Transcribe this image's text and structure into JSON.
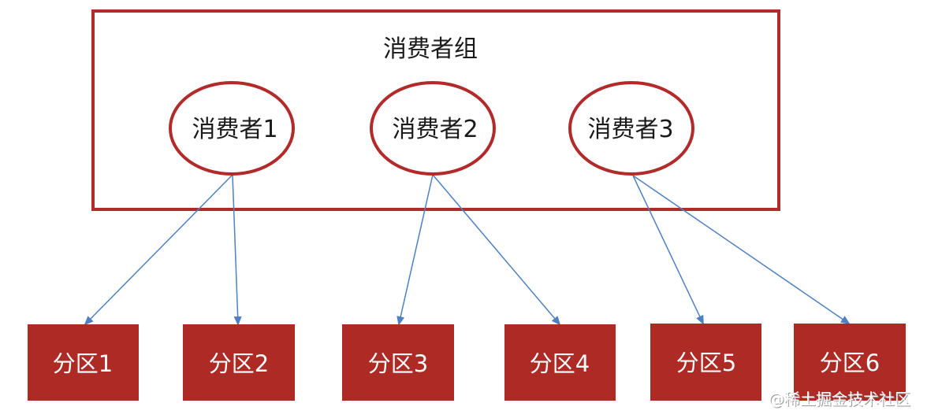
{
  "group": {
    "title": "消费者组"
  },
  "consumers": [
    {
      "id": "c1",
      "label": "消费者1"
    },
    {
      "id": "c2",
      "label": "消费者2"
    },
    {
      "id": "c3",
      "label": "消费者3"
    }
  ],
  "partitions": [
    {
      "id": "p1",
      "label": "分区1"
    },
    {
      "id": "p2",
      "label": "分区2"
    },
    {
      "id": "p3",
      "label": "分区3"
    },
    {
      "id": "p4",
      "label": "分区4"
    },
    {
      "id": "p5",
      "label": "分区5"
    },
    {
      "id": "p6",
      "label": "分区6"
    }
  ],
  "edges": [
    {
      "from": "c1",
      "to": "p1"
    },
    {
      "from": "c1",
      "to": "p2"
    },
    {
      "from": "c2",
      "to": "p3"
    },
    {
      "from": "c2",
      "to": "p4"
    },
    {
      "from": "c3",
      "to": "p5"
    },
    {
      "from": "c3",
      "to": "p6"
    }
  ],
  "colors": {
    "group_border": "#b22a2a",
    "consumer_border": "#b22a2a",
    "partition_fill": "#ad2a25",
    "edge": "#4f80c2"
  },
  "watermark": "@稀土掘金技术社区"
}
